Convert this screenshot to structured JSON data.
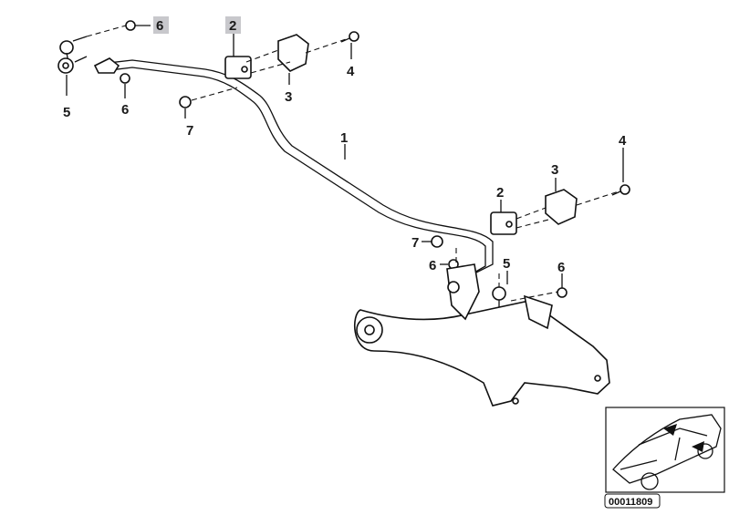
{
  "diagram": {
    "parts": [
      {
        "id": "1",
        "label": "1"
      },
      {
        "id": "2",
        "label": "2"
      },
      {
        "id": "3",
        "label": "3"
      },
      {
        "id": "4",
        "label": "4"
      },
      {
        "id": "5",
        "label": "5"
      },
      {
        "id": "6",
        "label": "6"
      },
      {
        "id": "7",
        "label": "7"
      }
    ],
    "callouts": [
      "5",
      "6",
      "6",
      "2",
      "3",
      "4",
      "7",
      "1",
      "4",
      "3",
      "2",
      "7",
      "6",
      "5",
      "6"
    ],
    "highlighted": [
      "6",
      "2"
    ],
    "highlight_color": "#c8c8cc",
    "diagram_code": "00011809"
  }
}
